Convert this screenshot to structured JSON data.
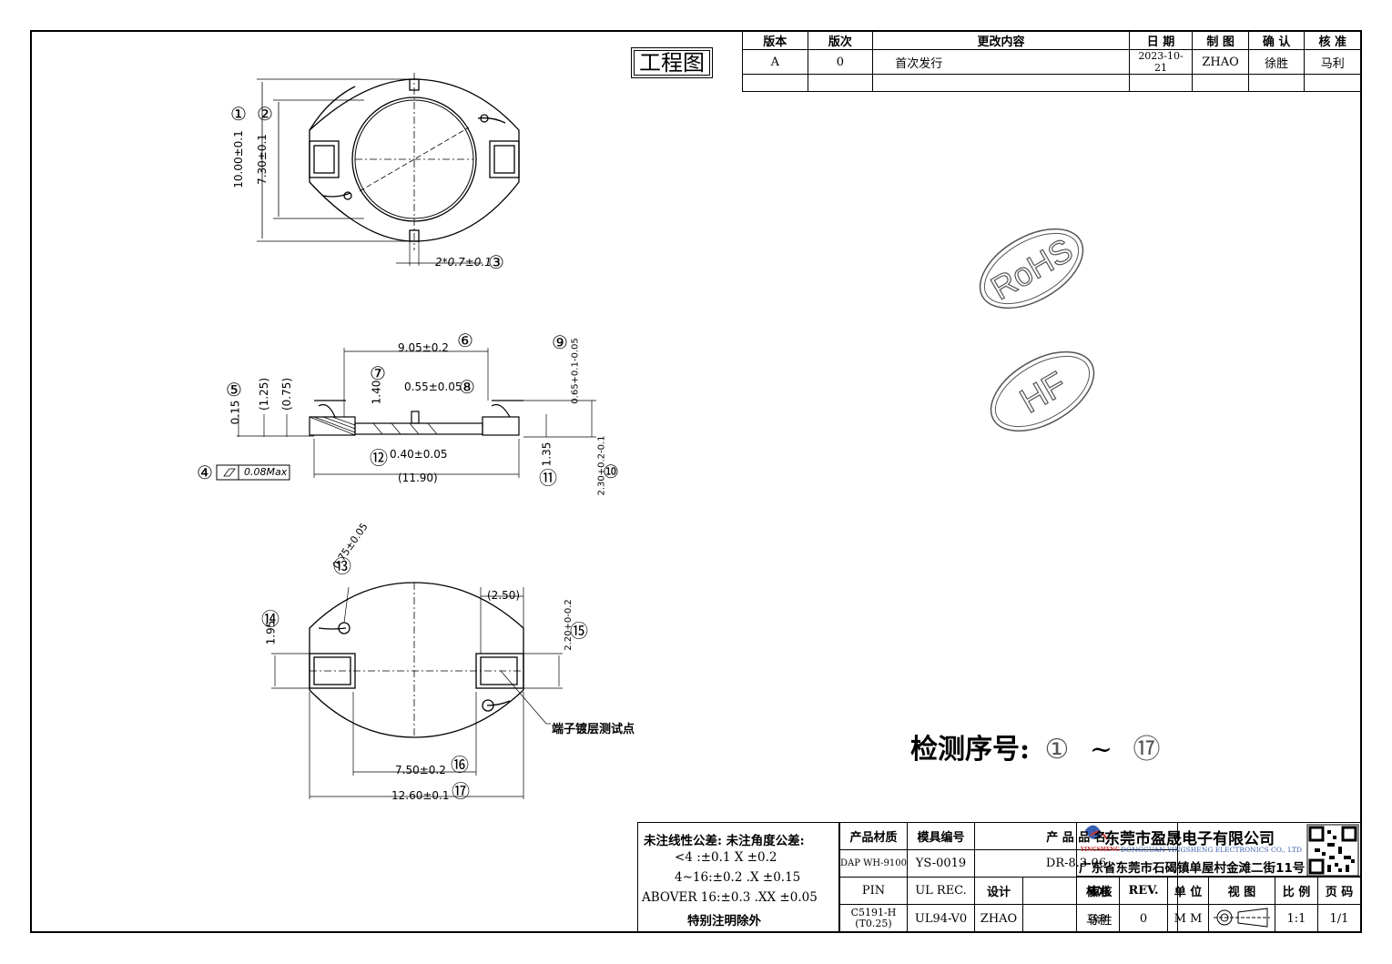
{
  "title_box": "工程图",
  "revision_table": {
    "headers": [
      "版本",
      "版次",
      "更改内容",
      "日 期",
      "制 图",
      "确 认",
      "核 准"
    ],
    "rows": [
      [
        "A",
        "0",
        "首次发行",
        "2023-10-21",
        "ZHAO",
        "徐胜",
        "马利"
      ],
      [
        "",
        "",
        "",
        "",
        "",
        "",
        ""
      ]
    ]
  },
  "stamps": {
    "rohs": "RoHS",
    "hf": "HF"
  },
  "top_view": {
    "dims": [
      "10.00±0.1",
      "7.30±0.1",
      "2*0.7±0.1"
    ],
    "markers": [
      "①",
      "②",
      "③"
    ]
  },
  "side_view": {
    "dims": [
      "9.05±0.2",
      "0.65+0.1-0.05",
      "0.15",
      "(1.25)",
      "(0.75)",
      "1.40",
      "0.55±0.05",
      "0.40±0.05",
      "1.35",
      "2.30+0.2-0.1",
      "(11.90)",
      "0.08Max"
    ],
    "markers": [
      "⑥",
      "⑨",
      "⑤",
      "⑦",
      "⑧",
      "⑫",
      "⑪",
      "⑩",
      "④"
    ]
  },
  "bottom_view": {
    "dims": [
      "0.75±0.05",
      "(2.50)",
      "1.95",
      "2.20+0-0.2",
      "7.50±0.2",
      "12.60±0.1"
    ],
    "markers": [
      "⑬",
      "⑭",
      "⑮",
      "⑯",
      "⑰"
    ],
    "note": "端子镀层测试点"
  },
  "inspection": {
    "label": "检测序号:",
    "from": "①",
    "tilde": "~",
    "to": "⑰"
  },
  "tolerance": {
    "line1": "未注线性公差:  未注角度公差:",
    "line2": "<4 :±0.1  X ±0.2",
    "line3": "4~16:±0.2  .X ±0.15",
    "line4": "ABOVER 16:±0.3  .XX ±0.05",
    "line5": "特别注明除外"
  },
  "title_block": {
    "h_material": "产品材质",
    "h_mold": "模具编号",
    "h_product": "产 品 品 名",
    "material": "DAP WH-9100",
    "mold": "YS-0019",
    "product": "DR-8.3-06",
    "h_pin": "PIN",
    "h_ul": "UL REC.",
    "h_design": "设计",
    "h_review": "审核",
    "h_approve": "核准",
    "h_rev": "REV.",
    "h_unit": "单 位",
    "h_view": "视 图",
    "h_scale": "比 例",
    "h_page": "页 码",
    "pin": "C5191-H (T0.25)",
    "ul": "UL94-V0",
    "design": "ZHAO",
    "review": "徐胜",
    "approve": "马利",
    "rev": "0",
    "unit": "M M",
    "scale": "1:1",
    "page": "1/1"
  },
  "company": {
    "logo_text": "YINGSHENG",
    "name_cn": "东莞市盈晟电子有限公司",
    "name_en": "DONGGUAN YINGSHENG ELECTRONICS CO., LTD",
    "address": "广东省东莞市石碣镇单屋村金滩二街11号"
  }
}
